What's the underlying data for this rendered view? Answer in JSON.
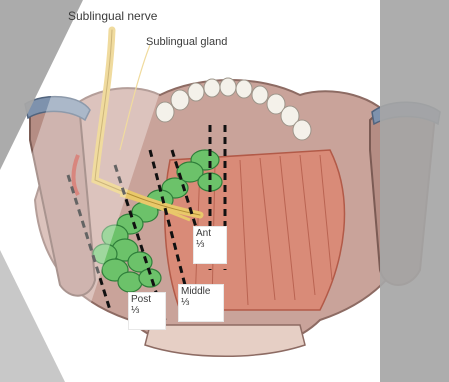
{
  "labels": {
    "sublingual_nerve": "Sublingual nerve",
    "sublingual_gland": "Sublingual gland",
    "ant_line1": "Ant",
    "ant_line2": "⅓",
    "middle_line1": "Middle",
    "middle_line2": "⅓",
    "post_line1": "Post",
    "post_line2": "⅓"
  },
  "colors": {
    "background": "#ffffff",
    "overlay_gray": "#a6a6a6",
    "bone": "#c9a39a",
    "bone_dark": "#8d6b63",
    "cartilage_blue": "#7e92ad",
    "muscle": "#d98b78",
    "muscle_stripe": "#b25a48",
    "gland_green": "#6cc26a",
    "gland_dark": "#2f7f3a",
    "nerve_yellow": "#e9c86a",
    "teeth": "#f4f1ea",
    "dash": "#111111"
  },
  "icons": {
    "overlay": "diagonal-gray-band"
  }
}
